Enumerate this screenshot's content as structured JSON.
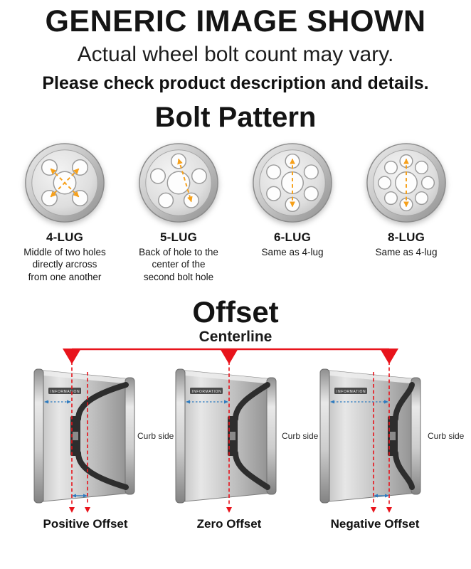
{
  "header": {
    "title": "GENERIC IMAGE SHOWN",
    "subtitle": "Actual wheel bolt count may vary.",
    "note": "Please check product description and details."
  },
  "bolt_pattern": {
    "title": "Bolt Pattern",
    "items": [
      {
        "label": "4-LUG",
        "lugs": 4,
        "description": "Middle of two holes directly arcross from one another"
      },
      {
        "label": "5-LUG",
        "lugs": 5,
        "description": "Back of hole to the center of the second bolt hole"
      },
      {
        "label": "6-LUG",
        "lugs": 6,
        "description": "Same as 4-lug"
      },
      {
        "label": "8-LUG",
        "lugs": 8,
        "description": "Same as 4-lug"
      }
    ]
  },
  "offset": {
    "title": "Offset",
    "centerline_label": "Centerline",
    "curb_side_label": "Curb side",
    "barrel_label": "INFORMATION",
    "types": [
      {
        "label": "Positive Offset"
      },
      {
        "label": "Zero Offset"
      },
      {
        "label": "Negative Offset"
      }
    ]
  },
  "colors": {
    "accent_red": "#e8131b",
    "measure_orange": "#f6a01a",
    "measure_blue": "#2e7bbf"
  }
}
